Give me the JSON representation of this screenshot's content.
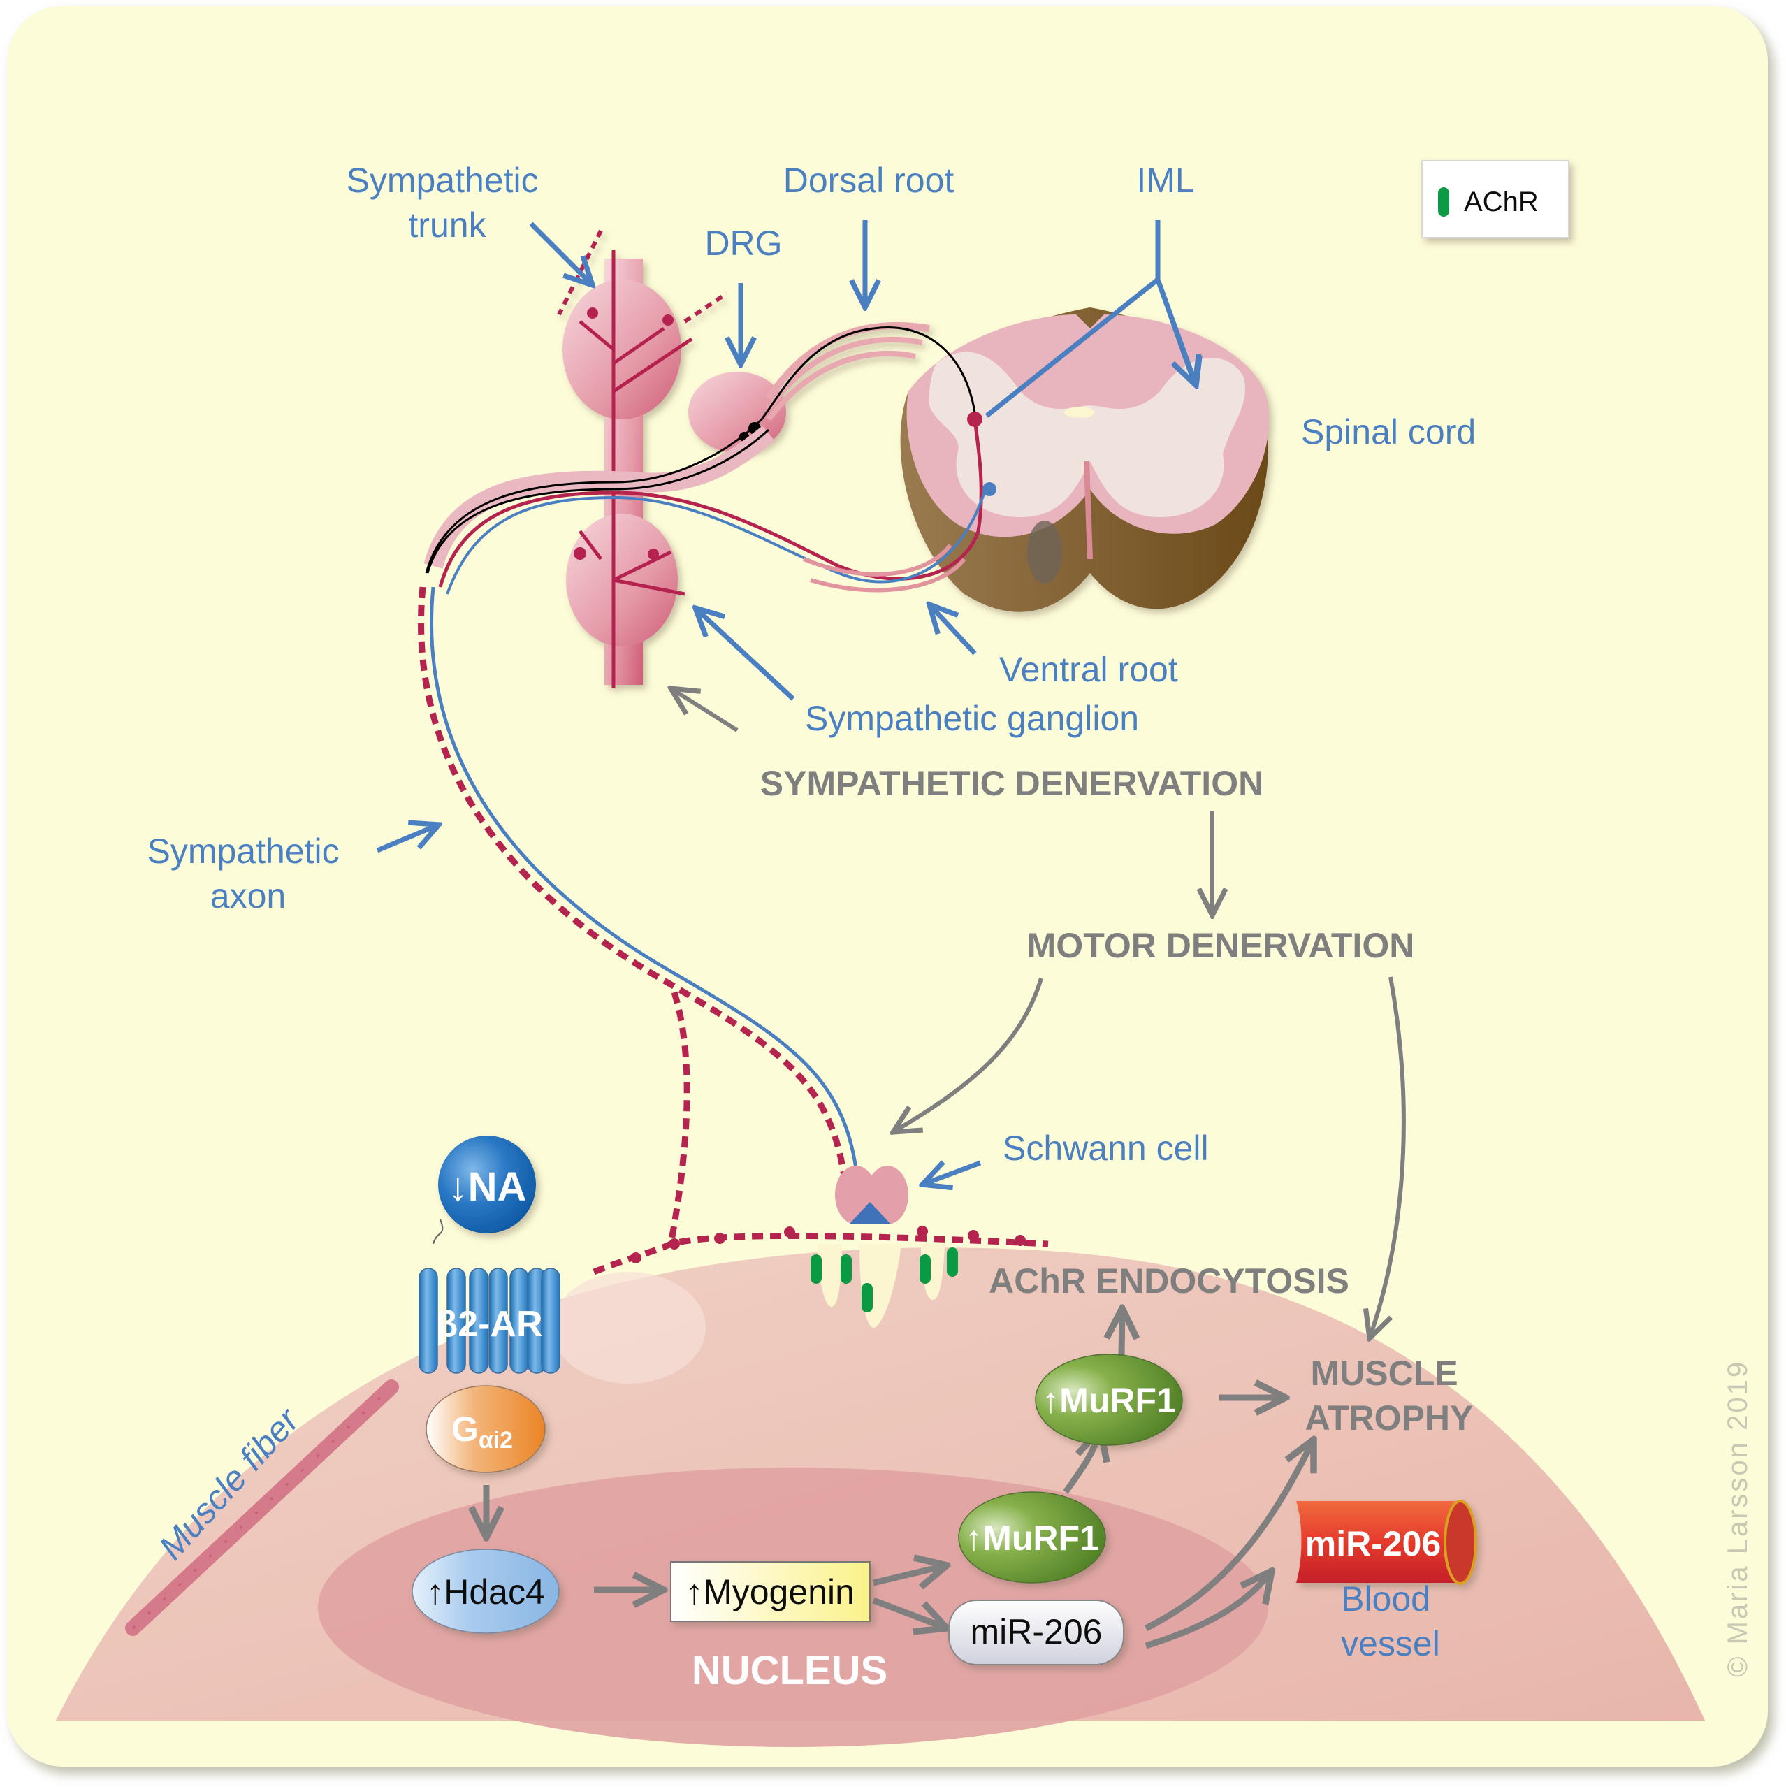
{
  "diagram": {
    "title": "Sympathetic denervation leading to motor denervation and muscle atrophy",
    "legend": {
      "items": [
        {
          "label": "AChR",
          "swatch_color": "#0a9a44",
          "shape": "green-pill"
        }
      ]
    },
    "anatomy_labels": {
      "sympathetic_trunk": [
        "Sympathetic",
        "trunk"
      ],
      "drg": "DRG",
      "dorsal_root": "Dorsal root",
      "iml": "IML",
      "spinal_cord": "Spinal cord",
      "ventral_root": "Ventral root",
      "sympathetic_ganglion": "Sympathetic ganglion",
      "sympathetic_axon": [
        "Sympathetic",
        "axon"
      ],
      "schwann_cell": "Schwann cell",
      "muscle_fiber": "Muscle fiber",
      "blood_vessel": [
        "Blood",
        "vessel"
      ]
    },
    "process_labels": {
      "sympathetic_denervation": "SYMPATHETIC DENERVATION",
      "motor_denervation": "MOTOR DENERVATION",
      "achr_endocytosis": "AChR ENDOCYTOSIS",
      "muscle_atrophy": [
        "MUSCLE",
        "ATROPHY"
      ],
      "nucleus": "NUCLEUS"
    },
    "molecules": {
      "na": {
        "arrow": "↓",
        "label": "NA",
        "color": "#1a6fbf"
      },
      "b2ar": {
        "label": "β2-AR",
        "color": "#2a86c9"
      },
      "gai2": {
        "main": "G",
        "sub": "αi2",
        "color": "#ef8a2e"
      },
      "hdac4": {
        "arrow": "↑",
        "label": "Hdac4",
        "color": "#9fc3e8"
      },
      "myogenin": {
        "arrow": "↑",
        "label": "Myogenin",
        "color": "#fff6a8"
      },
      "murf1_nucleus": {
        "arrow": "↑",
        "label": "MuRF1",
        "color": "#6f9e34"
      },
      "murf1_cytoplasm": {
        "arrow": "↑",
        "label": "MuRF1",
        "color": "#6f9e34"
      },
      "mir206_nucleus": {
        "label": "miR-206",
        "color": "#e6e7ef"
      },
      "mir206_vessel": {
        "label": "miR-206",
        "color": "#e23a2e"
      }
    },
    "pathway_edges": [
      {
        "from": "SYMPATHETIC DENERVATION",
        "to": "Sympathetic trunk"
      },
      {
        "from": "SYMPATHETIC DENERVATION",
        "to": "MOTOR DENERVATION"
      },
      {
        "from": "MOTOR DENERVATION",
        "to": "Neuromuscular junction"
      },
      {
        "from": "MOTOR DENERVATION",
        "to": "MUSCLE ATROPHY"
      },
      {
        "from": "Gαi2",
        "to": "Hdac4"
      },
      {
        "from": "Hdac4",
        "to": "Myogenin"
      },
      {
        "from": "Myogenin",
        "to": "MuRF1 (nucleus)"
      },
      {
        "from": "Myogenin",
        "to": "miR-206 (nucleus)"
      },
      {
        "from": "MuRF1 (nucleus)",
        "to": "MuRF1 (cytoplasm)"
      },
      {
        "from": "MuRF1 (cytoplasm)",
        "to": "AChR ENDOCYTOSIS"
      },
      {
        "from": "MuRF1 (cytoplasm)",
        "to": "MUSCLE ATROPHY"
      },
      {
        "from": "miR-206 (nucleus)",
        "to": "MUSCLE ATROPHY"
      },
      {
        "from": "miR-206 (nucleus)",
        "to": "Blood vessel miR-206"
      }
    ],
    "copyright": "© Maria Larsson 2019",
    "colors": {
      "background": "#fdfcd8",
      "label_blue": "#4a7fc1",
      "label_gray": "#7f7f7f",
      "nerve_red": "#b5234f",
      "tissue_pink": "#e8a8b0",
      "muscle_fill": "#ebc0b4",
      "nucleus_fill": "#e0a3a3",
      "spinal_white_matter": "#8a6a3c"
    }
  }
}
